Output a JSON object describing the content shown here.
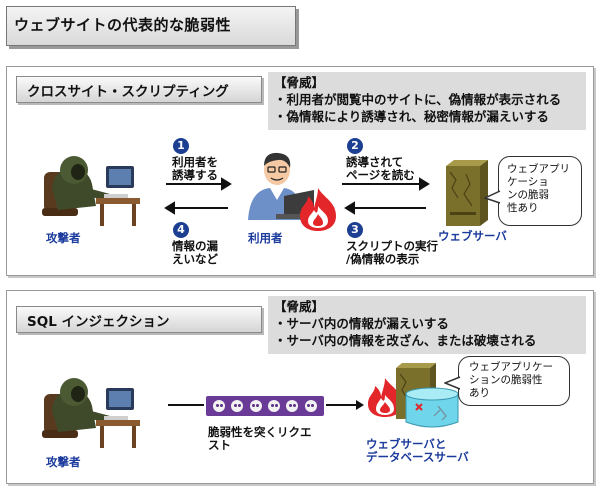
{
  "title": "ウェブサイトの代表的な脆弱性",
  "xss": {
    "heading": "クロスサイト・スクリプティング",
    "threat_heading": "【脅威】",
    "threats": [
      "・利用者が閲覧中のサイトに、偽情報が表示される",
      "・偽情報により誘導され、秘密情報が漏えいする"
    ],
    "attacker_label": "攻撃者",
    "user_label": "利用者",
    "server_label": "ウェブサーバ",
    "bubble_lines": [
      "ウェブアプリ",
      "ケーショ",
      "ンの脆弱",
      "性あり"
    ],
    "steps": [
      {
        "num": "1",
        "lines": [
          "利用者を",
          "誘導する"
        ]
      },
      {
        "num": "2",
        "lines": [
          "誘導されて",
          "ページを読む"
        ]
      },
      {
        "num": "3",
        "lines": [
          "スクリプトの実行",
          "/偽情報の表示"
        ]
      },
      {
        "num": "4",
        "lines": [
          "情報の漏",
          "えいなど"
        ]
      }
    ]
  },
  "sql": {
    "heading": "SQL インジェクション",
    "threat_heading": "【脅威】",
    "threats": [
      "・サーバ内の情報が漏えいする",
      "・サーバ内の情報を改ざん、または破壊される"
    ],
    "attacker_label": "攻撃者",
    "request_lines": [
      "脆弱性を突くリクエ",
      "スト"
    ],
    "server_lines": [
      "ウェブサーバと",
      "データベースサーバ"
    ],
    "bubble_lines": [
      "ウェブアプリケー",
      "ションの脆弱性",
      "あり"
    ]
  },
  "colors": {
    "label_blue": "#1a3a9c",
    "step_badge": "#1d3f92",
    "threat_bg": "#dcdcdc",
    "server_green": "#7b6f2c",
    "flame_red": "#e3262a",
    "database_cyan": "#6ed5ea",
    "request_purple": "#6a3a97"
  },
  "icons": [
    "hacker-at-computer-icon",
    "user-at-laptop-icon",
    "web-server-icon",
    "flame-icon",
    "database-icon",
    "skull-icon"
  ]
}
